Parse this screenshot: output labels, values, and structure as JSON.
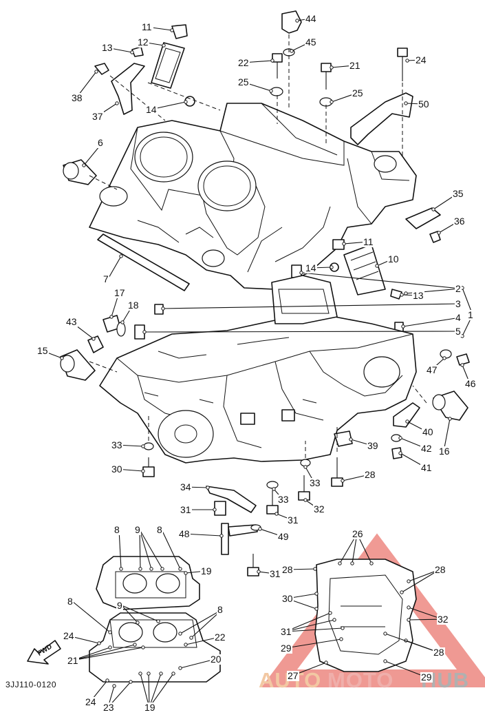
{
  "diagram": {
    "code": "3JJ110-0120",
    "fwd_label": "FWD",
    "watermark": {
      "part1": "AUTO",
      "part2": "MOTO",
      "part3": "HUB"
    },
    "callouts": [
      {
        "id": "c11a",
        "label": "11"
      },
      {
        "id": "c12",
        "label": "12"
      },
      {
        "id": "c13a",
        "label": "13"
      },
      {
        "id": "c38",
        "label": "38"
      },
      {
        "id": "c37",
        "label": "37"
      },
      {
        "id": "c14a",
        "label": "14"
      },
      {
        "id": "c6",
        "label": "6"
      },
      {
        "id": "c44",
        "label": "44"
      },
      {
        "id": "c45",
        "label": "45"
      },
      {
        "id": "c22a",
        "label": "22"
      },
      {
        "id": "c25a",
        "label": "25"
      },
      {
        "id": "c21a",
        "label": "21"
      },
      {
        "id": "c25b",
        "label": "25"
      },
      {
        "id": "c24a",
        "label": "24"
      },
      {
        "id": "c50",
        "label": "50"
      },
      {
        "id": "c35",
        "label": "35"
      },
      {
        "id": "c36",
        "label": "36"
      },
      {
        "id": "c11b",
        "label": "11"
      },
      {
        "id": "c10",
        "label": "10"
      },
      {
        "id": "c14b",
        "label": "14"
      },
      {
        "id": "c7",
        "label": "7"
      },
      {
        "id": "c2",
        "label": "2"
      },
      {
        "id": "c13b",
        "label": "13"
      },
      {
        "id": "c3",
        "label": "3"
      },
      {
        "id": "c1",
        "label": "1"
      },
      {
        "id": "c4",
        "label": "4"
      },
      {
        "id": "c5",
        "label": "5"
      },
      {
        "id": "c17",
        "label": "17"
      },
      {
        "id": "c18",
        "label": "18"
      },
      {
        "id": "c43",
        "label": "43"
      },
      {
        "id": "c15",
        "label": "15"
      },
      {
        "id": "c47",
        "label": "47"
      },
      {
        "id": "c46",
        "label": "46"
      },
      {
        "id": "c16",
        "label": "16"
      },
      {
        "id": "c40",
        "label": "40"
      },
      {
        "id": "c42",
        "label": "42"
      },
      {
        "id": "c41",
        "label": "41"
      },
      {
        "id": "c39",
        "label": "39"
      },
      {
        "id": "c33a",
        "label": "33"
      },
      {
        "id": "c30a",
        "label": "30"
      },
      {
        "id": "c33b",
        "label": "33"
      },
      {
        "id": "c28a",
        "label": "28"
      },
      {
        "id": "c34",
        "label": "34"
      },
      {
        "id": "c33c",
        "label": "33"
      },
      {
        "id": "c32a",
        "label": "32"
      },
      {
        "id": "c31a",
        "label": "31"
      },
      {
        "id": "c31b",
        "label": "31"
      },
      {
        "id": "c48",
        "label": "48"
      },
      {
        "id": "c49",
        "label": "49"
      },
      {
        "id": "c31c",
        "label": "31"
      },
      {
        "id": "c8a",
        "label": "8"
      },
      {
        "id": "c9a",
        "label": "9"
      },
      {
        "id": "c8b",
        "label": "8"
      },
      {
        "id": "c19a",
        "label": "19"
      },
      {
        "id": "c8c",
        "label": "8"
      },
      {
        "id": "c9b",
        "label": "9"
      },
      {
        "id": "c8d",
        "label": "8"
      },
      {
        "id": "c24b",
        "label": "24"
      },
      {
        "id": "c22b",
        "label": "22"
      },
      {
        "id": "c21b",
        "label": "21"
      },
      {
        "id": "c20",
        "label": "20"
      },
      {
        "id": "c24c",
        "label": "24"
      },
      {
        "id": "c23",
        "label": "23"
      },
      {
        "id": "c19b",
        "label": "19"
      },
      {
        "id": "c26",
        "label": "26"
      },
      {
        "id": "c28b",
        "label": "28"
      },
      {
        "id": "c28c",
        "label": "28"
      },
      {
        "id": "c30b",
        "label": "30"
      },
      {
        "id": "c32b",
        "label": "32"
      },
      {
        "id": "c31d",
        "label": "31"
      },
      {
        "id": "c29a",
        "label": "29"
      },
      {
        "id": "c28d",
        "label": "28"
      },
      {
        "id": "c27",
        "label": "27"
      },
      {
        "id": "c29b",
        "label": "29"
      }
    ]
  }
}
